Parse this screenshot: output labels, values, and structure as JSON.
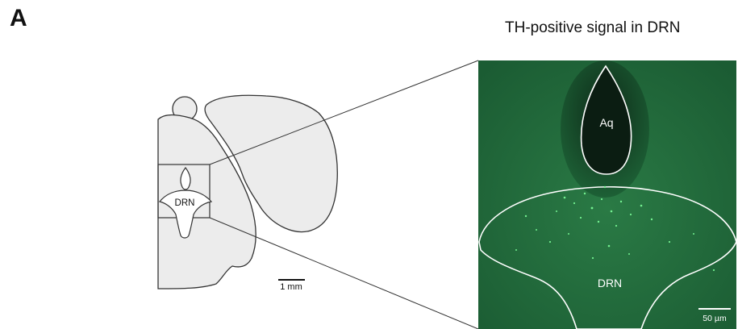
{
  "figure": {
    "panel_letter": "A",
    "title": "TH-positive signal in DRN",
    "schematic": {
      "region_label": "DRN",
      "scale_bar_label": "1 mm"
    },
    "micrograph": {
      "aqueduct_label": "Aq",
      "region_label": "DRN",
      "scale_bar_label": "50 µm",
      "tissue_color": "#1f6b3a",
      "signal_color": "#7dff9a"
    }
  }
}
